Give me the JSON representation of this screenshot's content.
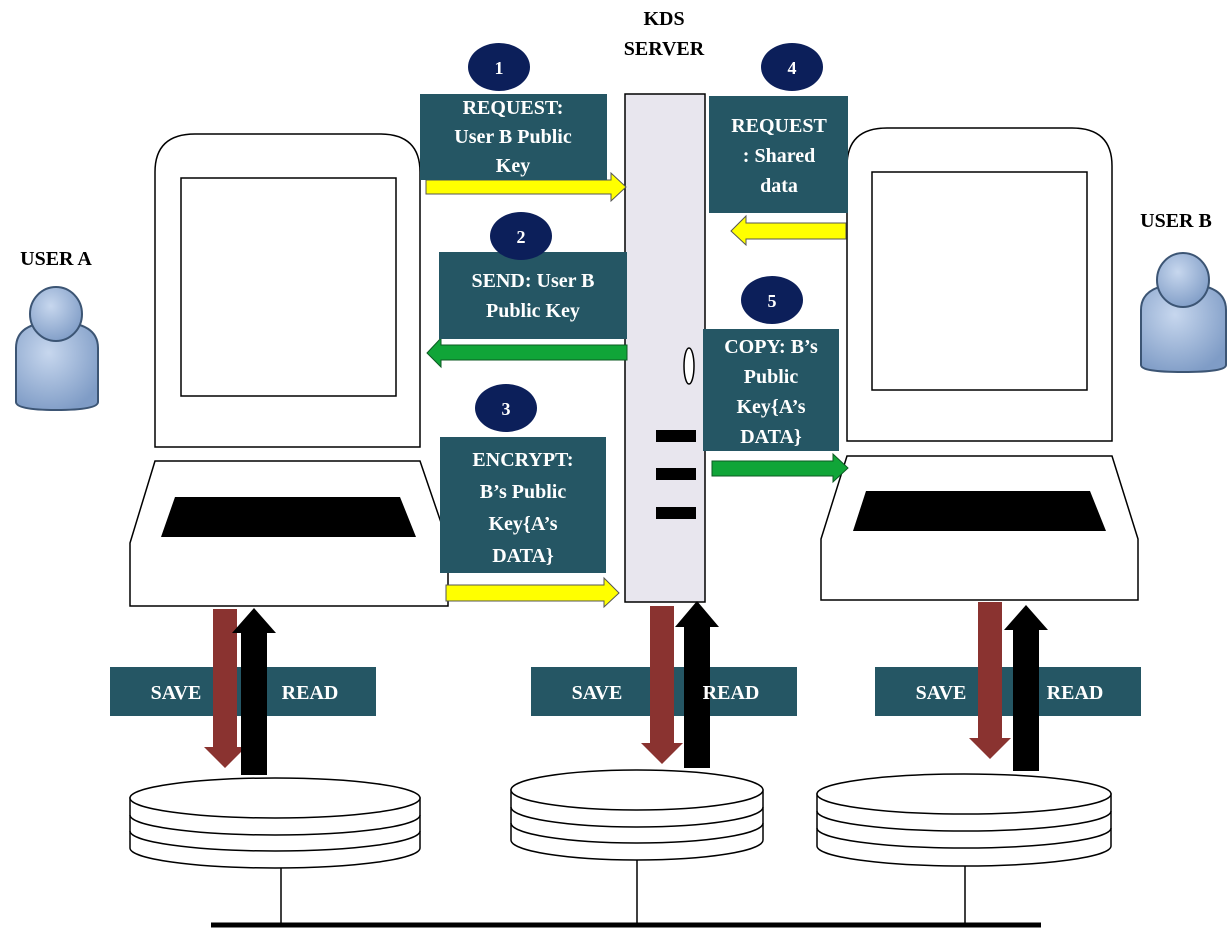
{
  "actors": {
    "user_a": "USER A",
    "user_b": "USER B",
    "server_line1": "KDS",
    "server_line2": "SERVER"
  },
  "steps": [
    {
      "number": "1",
      "lines": [
        "REQUEST:",
        "User B Public",
        "Key"
      ]
    },
    {
      "number": "2",
      "lines": [
        "SEND: User B",
        "Public Key"
      ]
    },
    {
      "number": "3",
      "lines": [
        "ENCRYPT:",
        "B’s Public",
        "Key{A’s",
        "DATA}"
      ]
    },
    {
      "number": "4",
      "lines": [
        "REQUEST",
        ": Shared",
        "data"
      ]
    },
    {
      "number": "5",
      "lines": [
        "COPY: B’s",
        "Public",
        "Key{A’s",
        "DATA}"
      ]
    }
  ],
  "storage_labels": {
    "save": "SAVE",
    "read": "READ"
  },
  "colors": {
    "box": "#255664",
    "badge": "#0c1f5a",
    "yellow_arrow": "#ffff00",
    "green_arrow": "#10a538",
    "save_arrow": "#8a3330",
    "read_arrow": "#000000",
    "server_fill": "#e8e6ee",
    "user_icon": "#9bb5d6"
  }
}
